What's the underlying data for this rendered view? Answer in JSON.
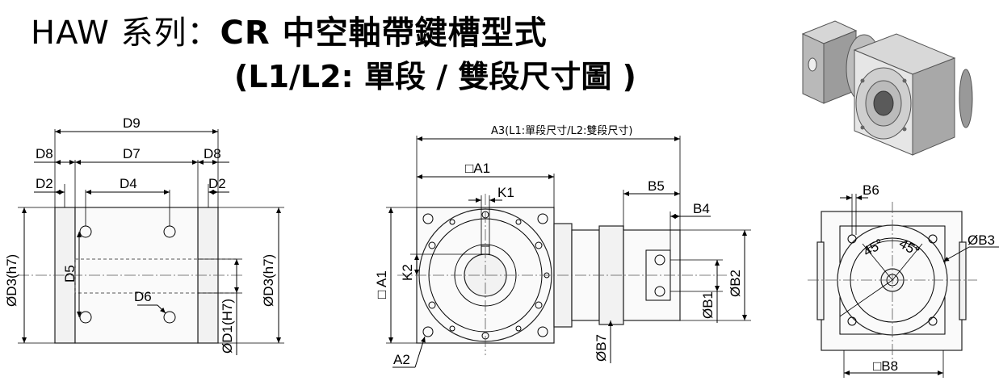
{
  "title": {
    "series": "HAW 系列：",
    "main": "CR 中空軸帶鍵槽型式",
    "sub": "(L1/L2: 單段 / 雙段尺寸圖 )"
  },
  "labels": {
    "d9": "D9",
    "d8_left": "D8",
    "d8_right": "D8",
    "d7": "D7",
    "d2_left": "D2",
    "d2_right": "D2",
    "d4": "D4",
    "d5": "D5",
    "d6": "D6",
    "d3_left": "ØD3(h7)",
    "d3_right": "ØD3(h7)",
    "d1": "ØD1(H7)",
    "a3": "A3(L1:單段尺寸/L2:雙段尺寸)",
    "a1_top": "□A1",
    "a1_side": "□ A1",
    "k1": "K1",
    "k2": "K2",
    "a2": "A2",
    "b5": "B5",
    "b4": "B4",
    "b1": "ØB1",
    "b2": "ØB2",
    "b7": "ØB7",
    "b6": "B6",
    "b3": "ØB3",
    "b8": "□B8",
    "angle1": "45°",
    "angle2": "45°"
  }
}
